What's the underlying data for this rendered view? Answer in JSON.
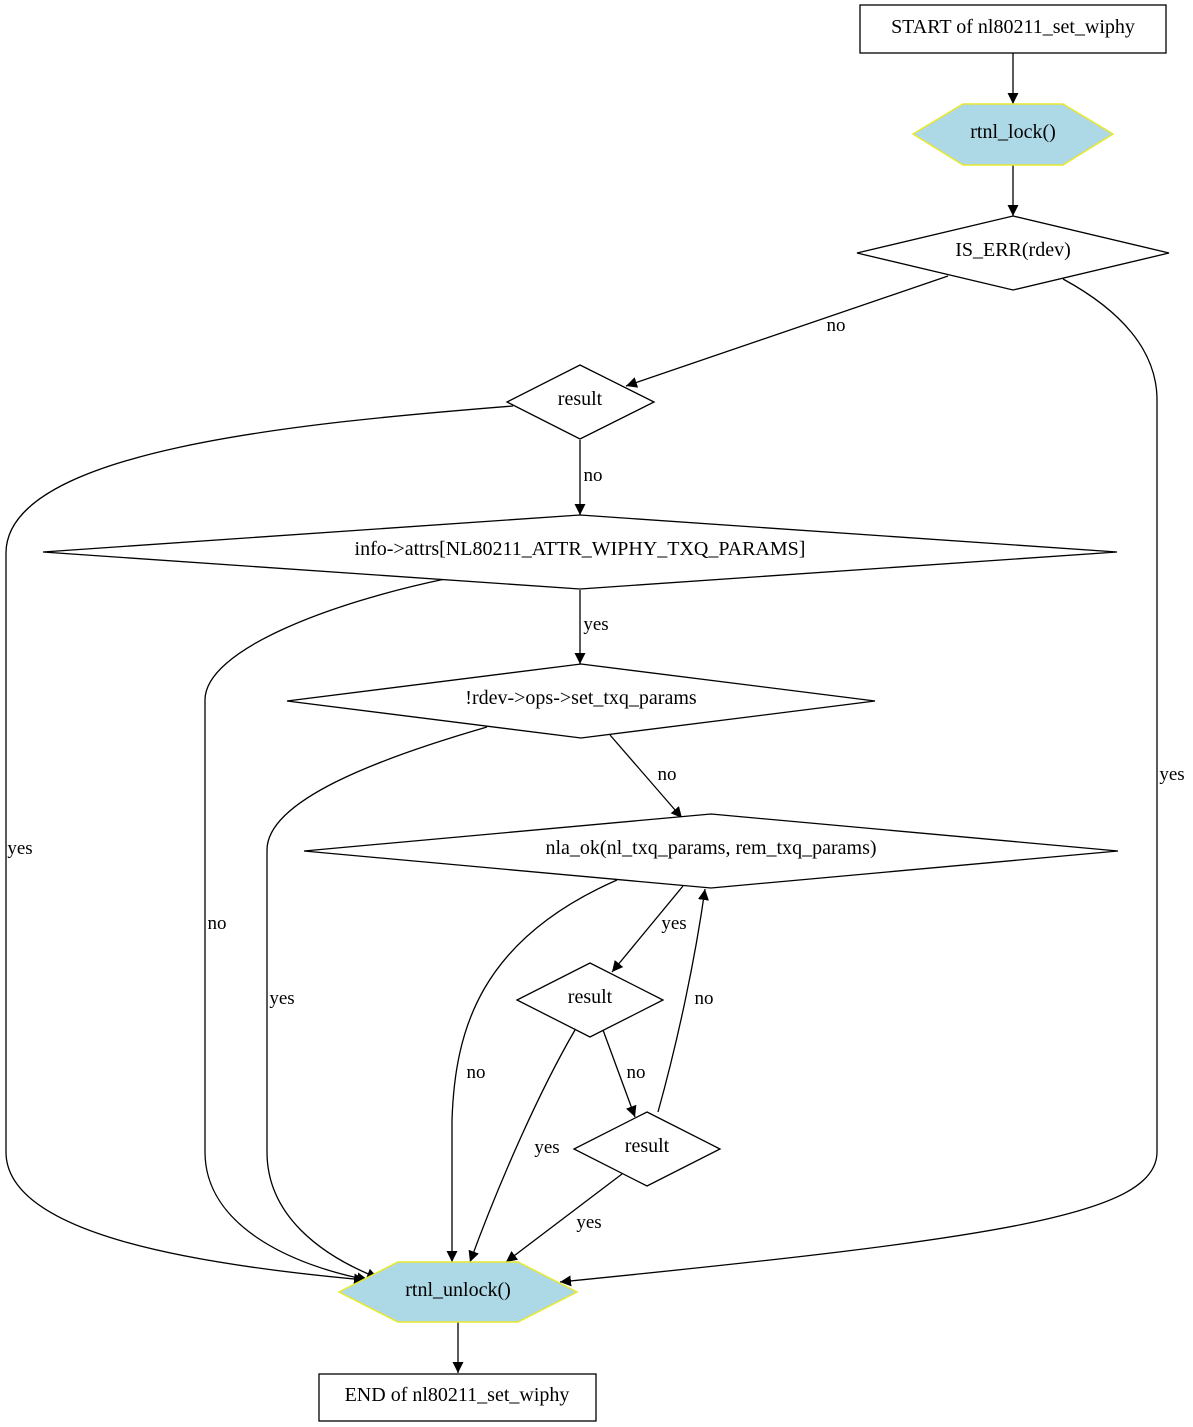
{
  "colors": {
    "hex_fill": "#add8e6",
    "hex_stroke": "#e8e82e",
    "line": "#000000"
  },
  "nodes": {
    "start": "START of nl80211_set_wiphy",
    "lock": "rtnl_lock()",
    "is_err": "IS_ERR(rdev)",
    "result1": "result",
    "attrs": "info->attrs[NL80211_ATTR_WIPHY_TXQ_PARAMS]",
    "ops": "!rdev->ops->set_txq_params",
    "nla_ok": "nla_ok(nl_txq_params, rem_txq_params)",
    "result2": "result",
    "result3": "result",
    "unlock": "rtnl_unlock()",
    "end": "END of nl80211_set_wiphy"
  },
  "edges": {
    "is_err_no": "no",
    "is_err_yes": "yes",
    "result1_no": "no",
    "result1_yes": "yes",
    "attrs_yes": "yes",
    "attrs_no": "no",
    "ops_no": "no",
    "ops_yes": "yes",
    "nla_yes": "yes",
    "nla_no": "no",
    "result2_no": "no",
    "result2_yes": "yes",
    "result3_no": "no",
    "result3_yes": "yes"
  }
}
